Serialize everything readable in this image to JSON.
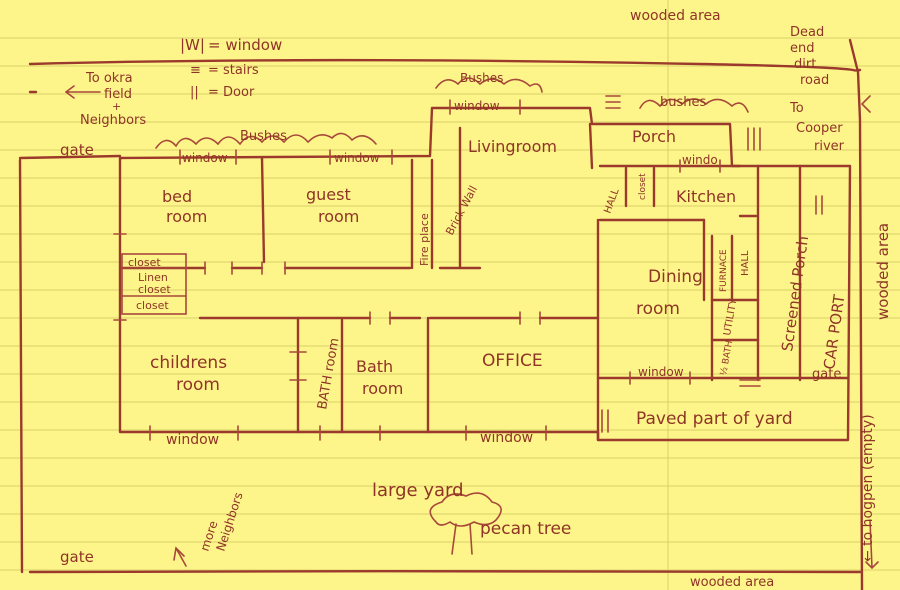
{
  "colors": {
    "paper": "#fdf58a",
    "ink": "#9b3a2c",
    "rule": "#d9d06a"
  },
  "legend": {
    "window_sym": "|W|",
    "window": "= window",
    "stairs_sym": "≡",
    "stairs": "= stairs",
    "door_sym": "||",
    "door": "= Door"
  },
  "outside": {
    "wooded_top": "wooded area",
    "dead_end_1": "Dead",
    "dead_end_2": "end",
    "dead_end_3": "dirt",
    "dead_end_4": "road",
    "to_okra_1": "To okra",
    "to_okra_2": "field",
    "to_okra_3": "+",
    "to_okra_4": "Neighbors",
    "to_cooper_1": "To",
    "to_cooper_2": "Cooper",
    "to_cooper_3": "river",
    "wooded_right": "wooded area",
    "hogpen": "(empty)",
    "hogpen_full": "← to hogpen (empty)",
    "gate_top": "gate",
    "gate_bottom": "gate",
    "gate_carport": "gate",
    "bushes_1": "Bushes",
    "bushes_2": "Bushes",
    "bushes_3": "bushes",
    "large_yard": "large yard",
    "pecan": "pecan tree",
    "more_neighbors_1": "more",
    "more_neighbors_2": "Neighbors",
    "wooded_bottom": "wooded area"
  },
  "rooms": {
    "bed": [
      "bed",
      "room"
    ],
    "guest": [
      "guest",
      "room"
    ],
    "living": "Livingroom",
    "porch": "Porch",
    "kitchen": "Kitchen",
    "dining": [
      "Dining",
      "room"
    ],
    "screened": "Screened Porch",
    "carport": "CAR PORT",
    "children": [
      "childrens",
      "room"
    ],
    "bath1": "BATH room",
    "bath2": [
      "Bath",
      "room"
    ],
    "office": "OFFICE",
    "paved": "Paved part of yard",
    "fireplace": "Fire place",
    "brick": "Brick Wall",
    "closet_top": "closet",
    "linen_1": "Linen",
    "linen_2": "closet",
    "closet_bottom": "closet",
    "closet_living": "closet",
    "hall_left": "HALL",
    "hall_right": "HALL",
    "furnace": "FURNACE",
    "utility": "UTILITY",
    "half_bath": "½ BATH"
  },
  "windows": {
    "top_bed": "window",
    "top_guest": "window",
    "living": "window",
    "kitchen": "windo",
    "dining": "window",
    "bottom_left": "window",
    "bottom_right": "window"
  }
}
